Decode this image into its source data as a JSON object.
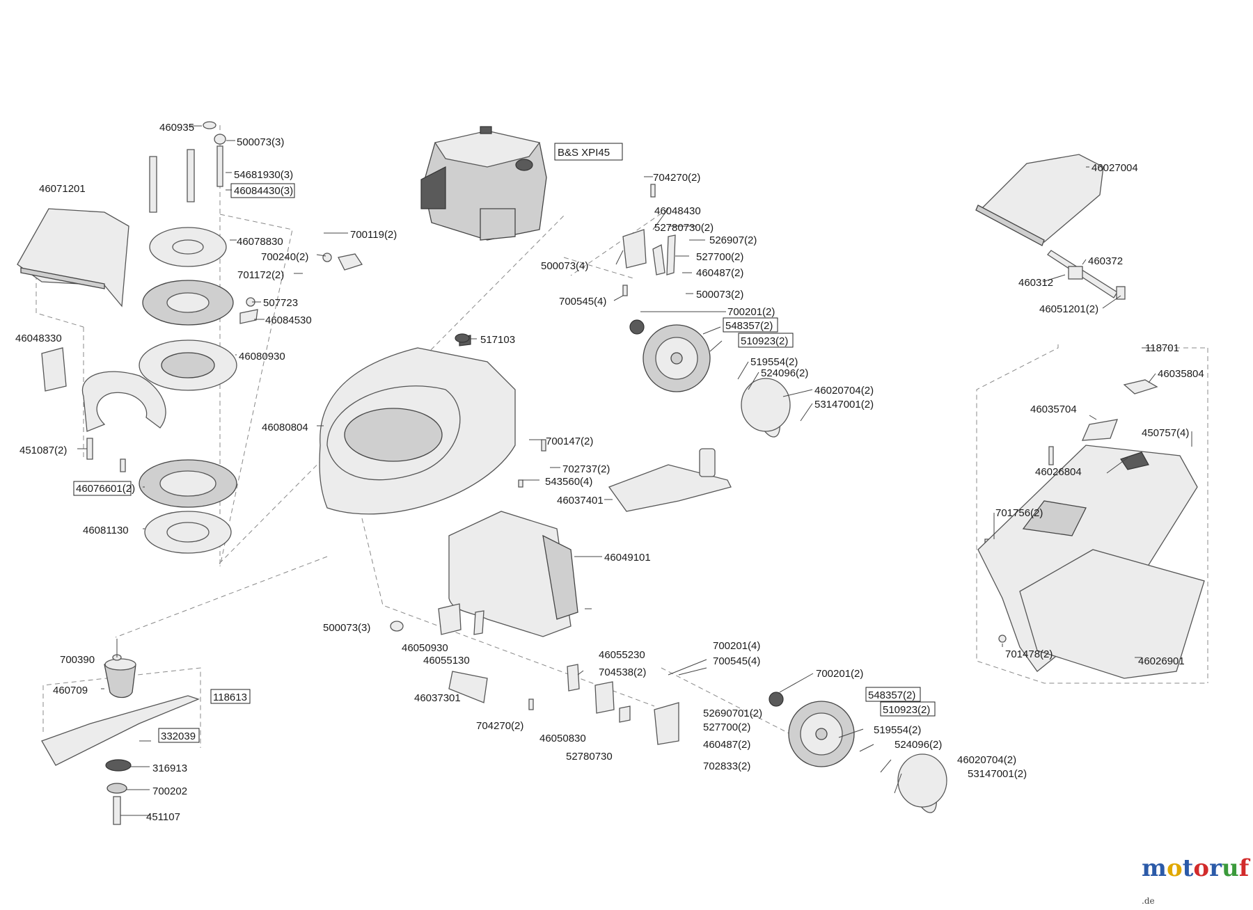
{
  "labels": {
    "l_460935": "460935",
    "l_500073_3a": "500073(3)",
    "l_54681930": "54681930(3)",
    "l_46084430": "46084430(3)",
    "l_46071201": "46071201",
    "l_46078830": "46078830",
    "l_700119": "700119(2)",
    "l_700240": "700240(2)",
    "l_701172": "701172(2)",
    "l_507723": "507723",
    "l_46084530": "46084530",
    "l_46048330": "46048330",
    "l_46080930": "46080930",
    "l_451087": "451087(2)",
    "l_46076601": "46076601(2)",
    "l_46081130": "46081130",
    "l_bs": "B&S XPI45",
    "l_517103": "517103",
    "l_46080804": "46080804",
    "l_700147": "700147(2)",
    "l_702737": "702737(2)",
    "l_543560": "543560(4)",
    "l_46037401": "46037401",
    "l_46049101": "46049101",
    "l_500073_3b": "500073(3)",
    "l_46050930": "46050930",
    "l_46055130": "46055130",
    "l_46037301": "46037301",
    "l_700390": "700390",
    "l_460709": "460709",
    "l_118613": "118613",
    "l_332039": "332039",
    "l_316913": "316913",
    "l_700202": "700202",
    "l_451107": "451107",
    "l_704270a": "704270(2)",
    "l_46048430": "46048430",
    "l_52780730_2": "52780730(2)",
    "l_526907": "526907(2)",
    "l_527700a": "527700(2)",
    "l_460487a": "460487(2)",
    "l_500073_4": "500073(4)",
    "l_500073_2": "500073(2)",
    "l_700545a": "700545(4)",
    "l_700201a": "700201(2)",
    "l_548357a": "548357(2)",
    "l_510923a": "510923(2)",
    "l_519554a": "519554(2)",
    "l_524096a": "524096(2)",
    "l_46020704a": "46020704(2)",
    "l_53147001a": "53147001(2)",
    "l_46055230": "46055230",
    "l_704538": "704538(2)",
    "l_704270b": "704270(2)",
    "l_46050830": "46050830",
    "l_52780730": "52780730",
    "l_700201_4": "700201(4)",
    "l_700545_4": "700545(4)",
    "l_52690701": "52690701(2)",
    "l_527700b": "527700(2)",
    "l_460487b": "460487(2)",
    "l_702833": "702833(2)",
    "l_700201b": "700201(2)",
    "l_548357b": "548357(2)",
    "l_510923b": "510923(2)",
    "l_519554b": "519554(2)",
    "l_524096b": "524096(2)",
    "l_46020704b": "46020704(2)",
    "l_53147001b": "53147001(2)",
    "l_46027004": "46027004",
    "l_460372": "460372",
    "l_460312": "460312",
    "l_46051201": "46051201(2)",
    "l_118701": "118701",
    "l_46035804": "46035804",
    "l_46035704": "46035704",
    "l_450757": "450757(4)",
    "l_46026804": "46026804",
    "l_701756": "701756(2)",
    "l_701478": "701478(2)",
    "l_46026901": "46026901"
  },
  "watermark": {
    "letters": [
      "m",
      "o",
      "t",
      "o",
      "r",
      "u",
      "f"
    ],
    "colors": [
      "#2b5aa8",
      "#e0a800",
      "#2b5aa8",
      "#d22b2b",
      "#2b5aa8",
      "#3b9a3b",
      "#d22b2b"
    ],
    "suffix": ".de"
  }
}
